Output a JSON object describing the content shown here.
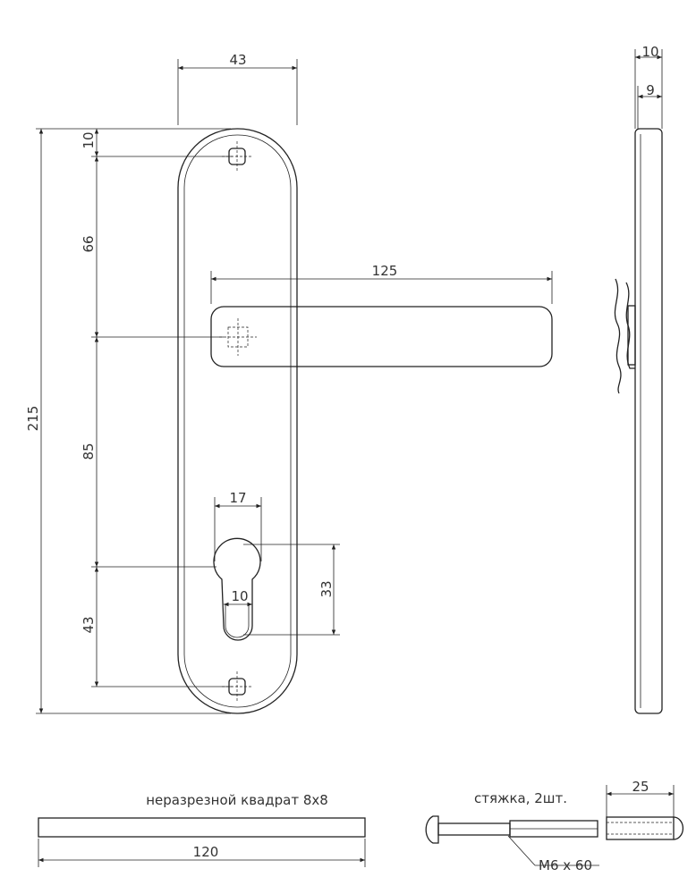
{
  "dimensions": {
    "plate_width": "43",
    "hole_offset": "10",
    "spacing_upper": "66",
    "overall_height": "215",
    "spacing_middle": "85",
    "spacing_lower": "43",
    "lever_length": "125",
    "cylinder_width": "17",
    "slot_width": "10",
    "cylinder_height": "33",
    "side_thickness": "10",
    "side_inner": "9",
    "spindle_length": "120",
    "screw_length": "25"
  },
  "labels": {
    "spindle": "неразрезной квадрат 8х8",
    "screws": "стяжка, 2шт.",
    "screw_size": "М6 х 60"
  }
}
